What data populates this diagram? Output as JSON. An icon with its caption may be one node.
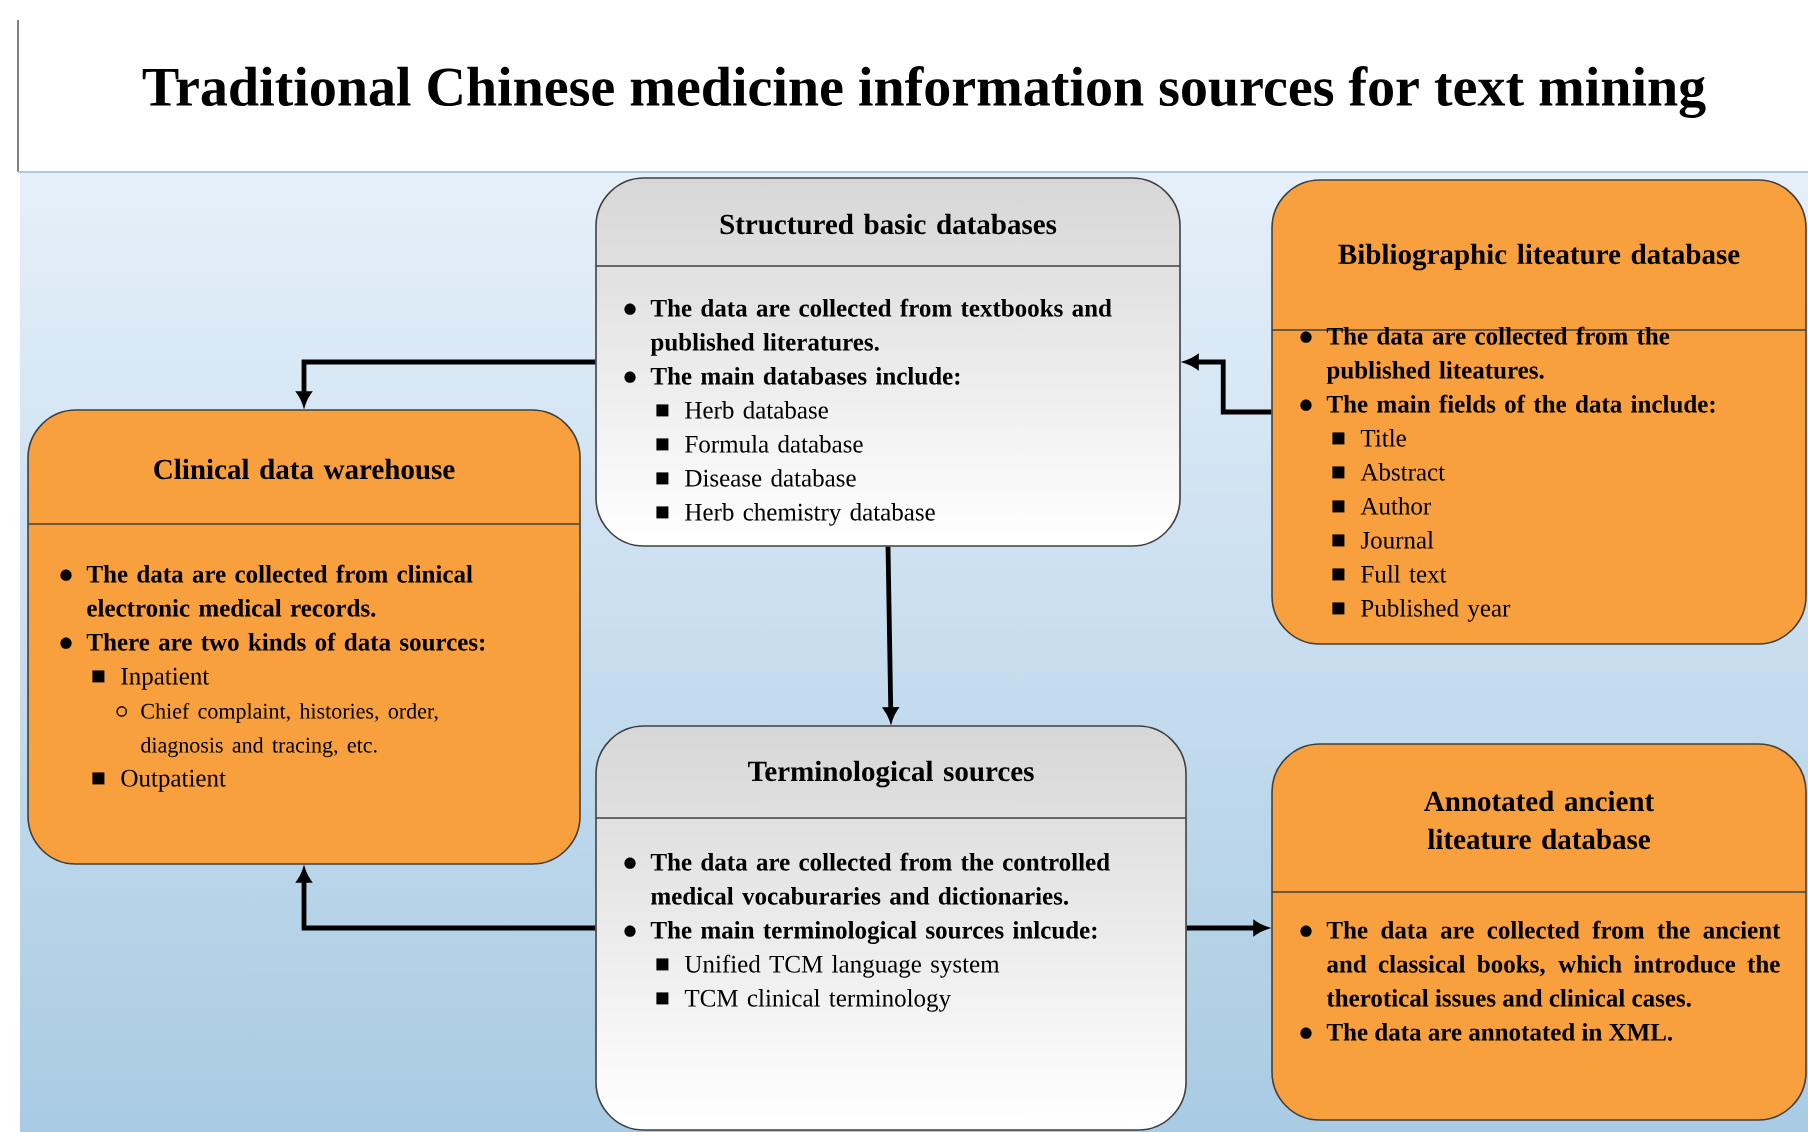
{
  "diagram": {
    "title": "Traditional Chinese medicine information sources for text mining",
    "nodes": [
      {
        "text": [
          "Structured basic databases",
          "The data are collected from textbooks and published literatures.",
          "The main databases include:",
          "Herb database",
          "Formula database",
          "Disease database",
          "Herb chemistry database"
        ]
      },
      {
        "text": [
          "Bibliographic liteature database",
          "The data are collected from the published liteatures.",
          "The main fields of the data include:",
          "Title",
          "Abstract",
          "Author",
          "Journal",
          "Full text",
          "Published year"
        ]
      },
      {
        "text": [
          "Clinical data warehouse",
          "The data are collected from clinical electronic medical records.",
          "There are two kinds of data sources:",
          "Inpatient",
          "Chief complaint, histories, order, diagnosis and tracing, etc.",
          "Outpatient"
        ]
      },
      {
        "text": [
          "Terminological sources",
          "The data are collected from the controlled medical vocaburaries and dictionaries.",
          "The main terminological sources inlcude:",
          "Unified TCM language system",
          "TCM clinical terminology"
        ]
      },
      {
        "text": [
          "Annotated ancient liteature database",
          "The data are collected from the ancient and classical books, which introduce the therotical issues and clinical cases.",
          "The data are annotated in XML."
        ]
      }
    ],
    "edges": [
      {
        "from": 0,
        "to": 2,
        "arrow": "to"
      },
      {
        "from": 1,
        "to": 0,
        "arrow": "to"
      },
      {
        "from": 0,
        "to": 3,
        "arrow": "to"
      },
      {
        "from": 3,
        "to": 2,
        "arrow": "to"
      },
      {
        "from": 3,
        "to": 4,
        "arrow": "to"
      }
    ]
  }
}
